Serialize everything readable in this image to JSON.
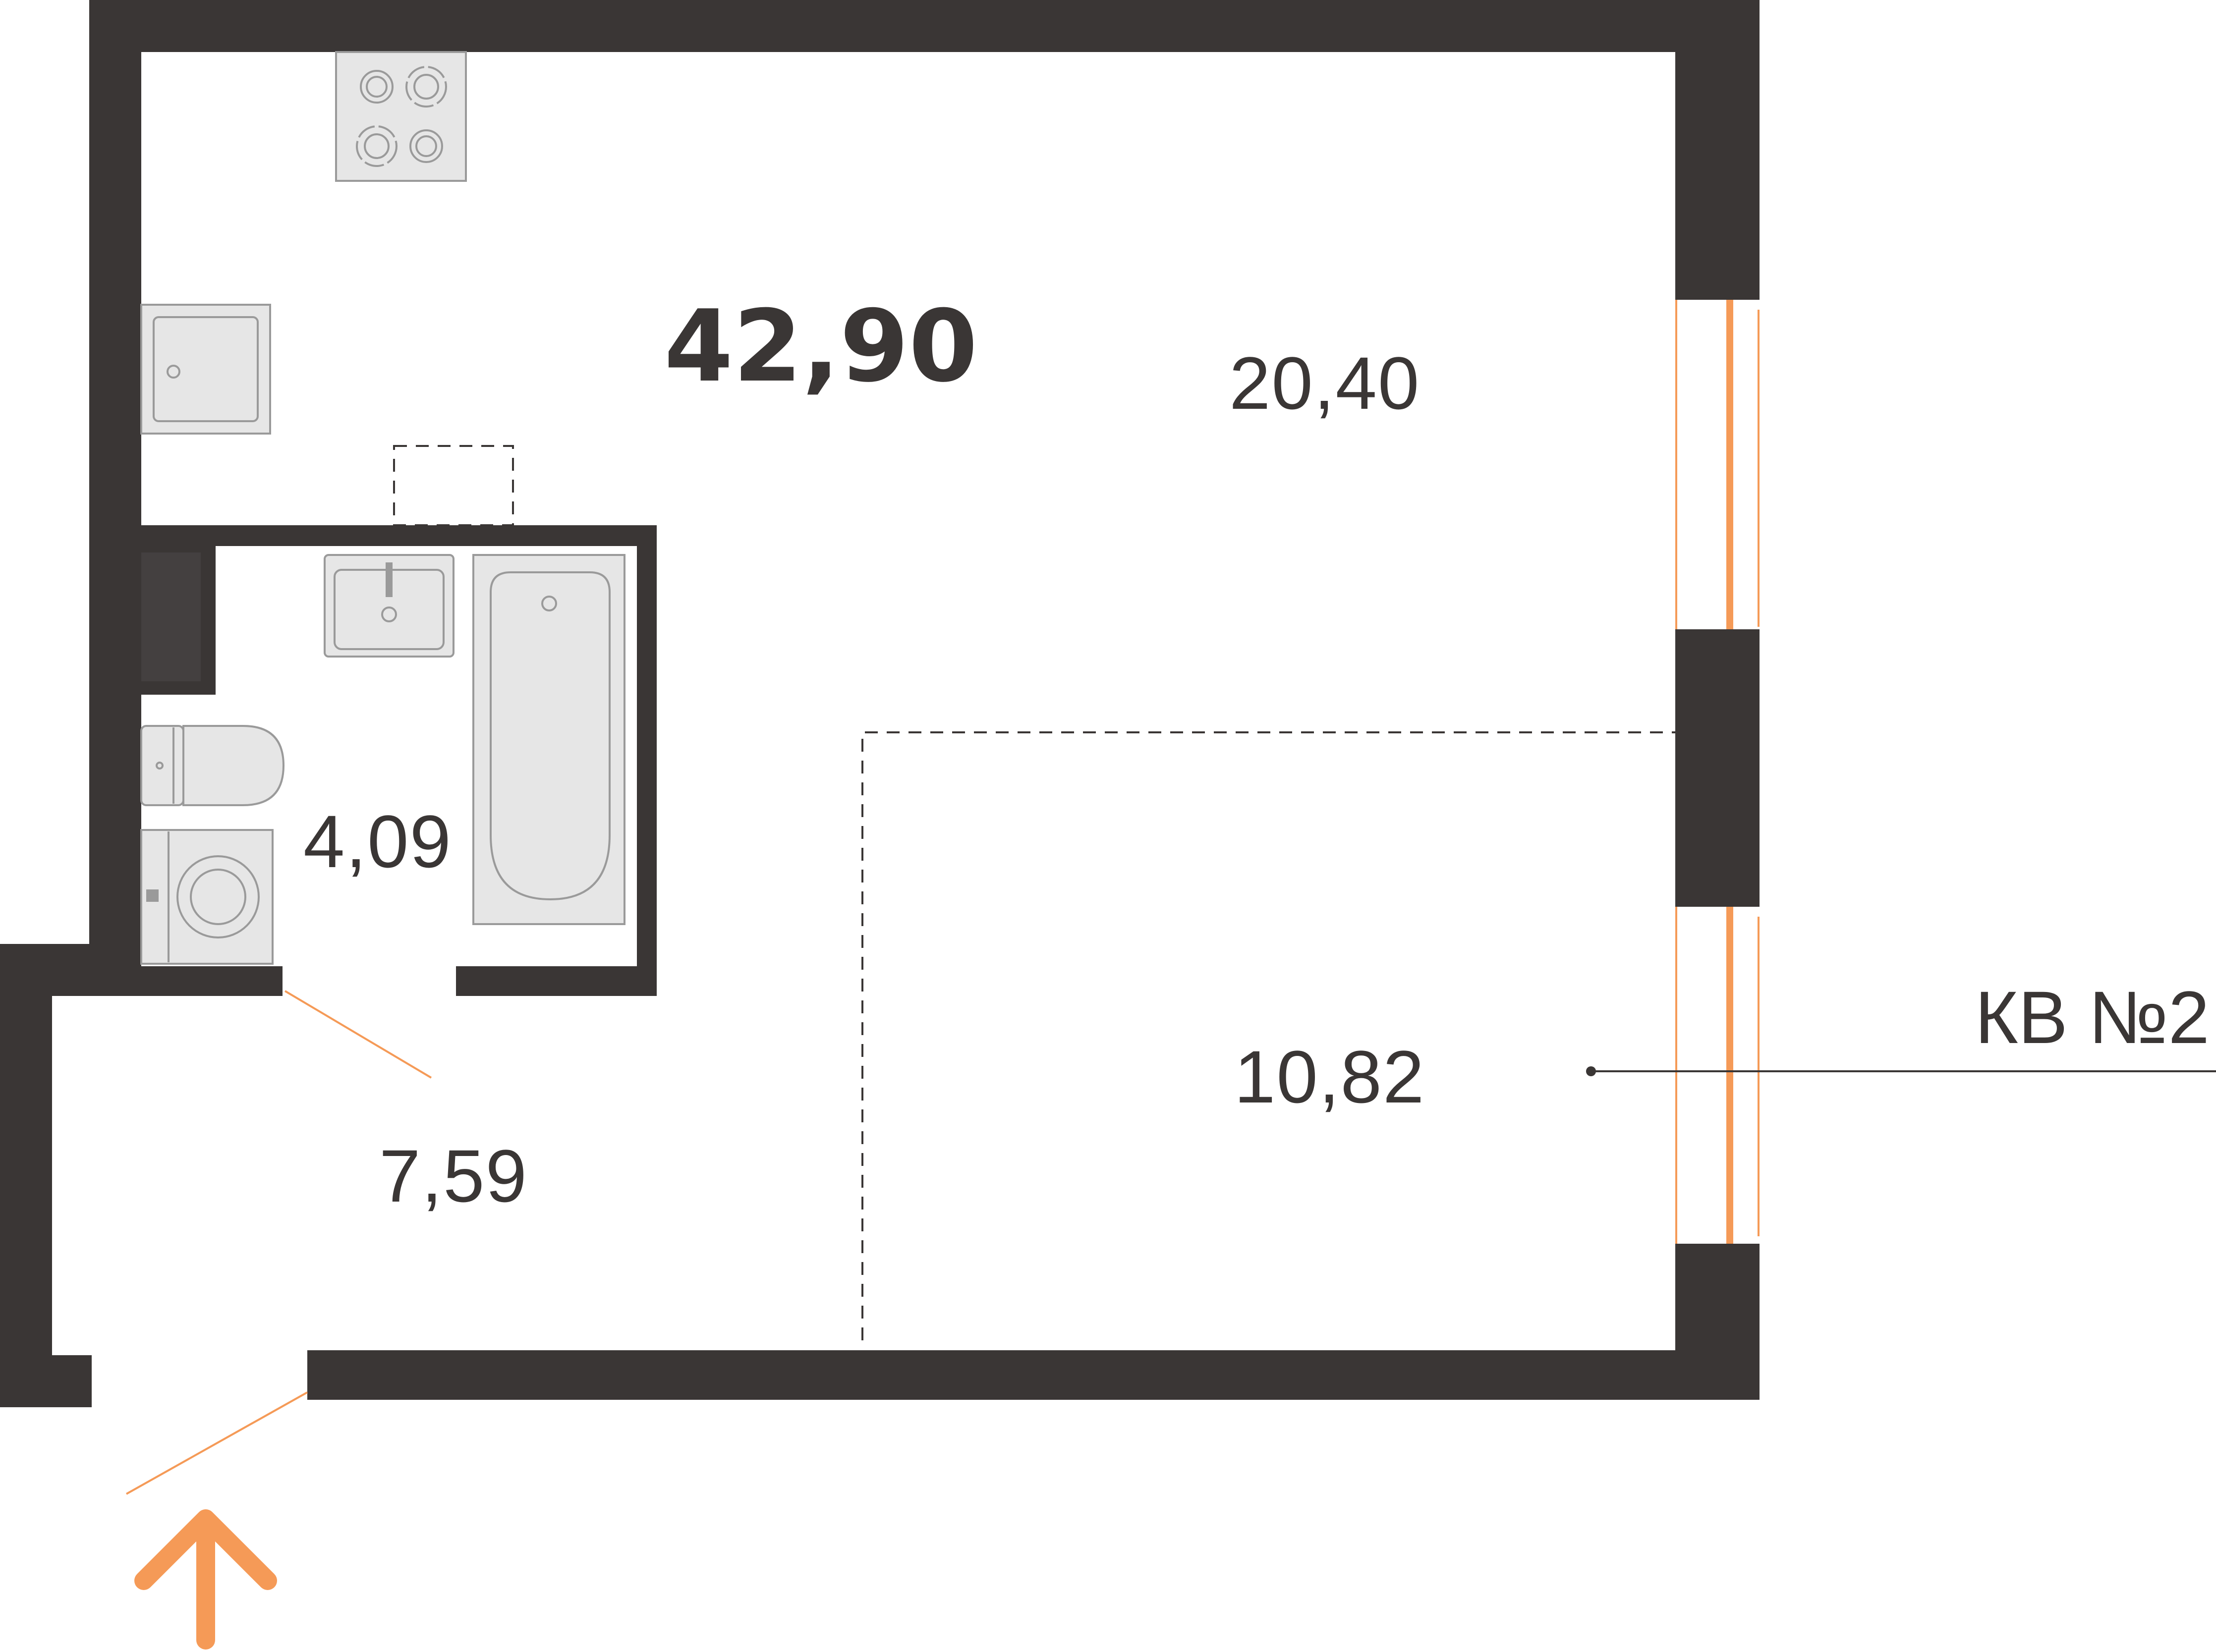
{
  "plan": {
    "total_area": "42,90",
    "apartment_label": "КВ №2",
    "rooms": [
      {
        "name": "living-room-area",
        "area": "20,40"
      },
      {
        "name": "sleeping-zone-area",
        "area": "10,82"
      },
      {
        "name": "bathroom-area",
        "area": "4,09"
      },
      {
        "name": "hallway-area",
        "area": "7,59"
      }
    ],
    "icons": {
      "entrance": "arrow-up-icon",
      "stove": "stove-icon",
      "sink": "kitchen-sink-icon",
      "fridge": "fridge-outline-icon",
      "washbasin": "washbasin-icon",
      "bathtub": "bathtub-icon",
      "toilet": "toilet-icon",
      "washer": "washing-machine-icon"
    }
  },
  "colors": {
    "wall": "#3a3635",
    "accent": "#f59a57",
    "fixture": "#e6e6e6",
    "fixture_line": "#9a9a9a"
  }
}
